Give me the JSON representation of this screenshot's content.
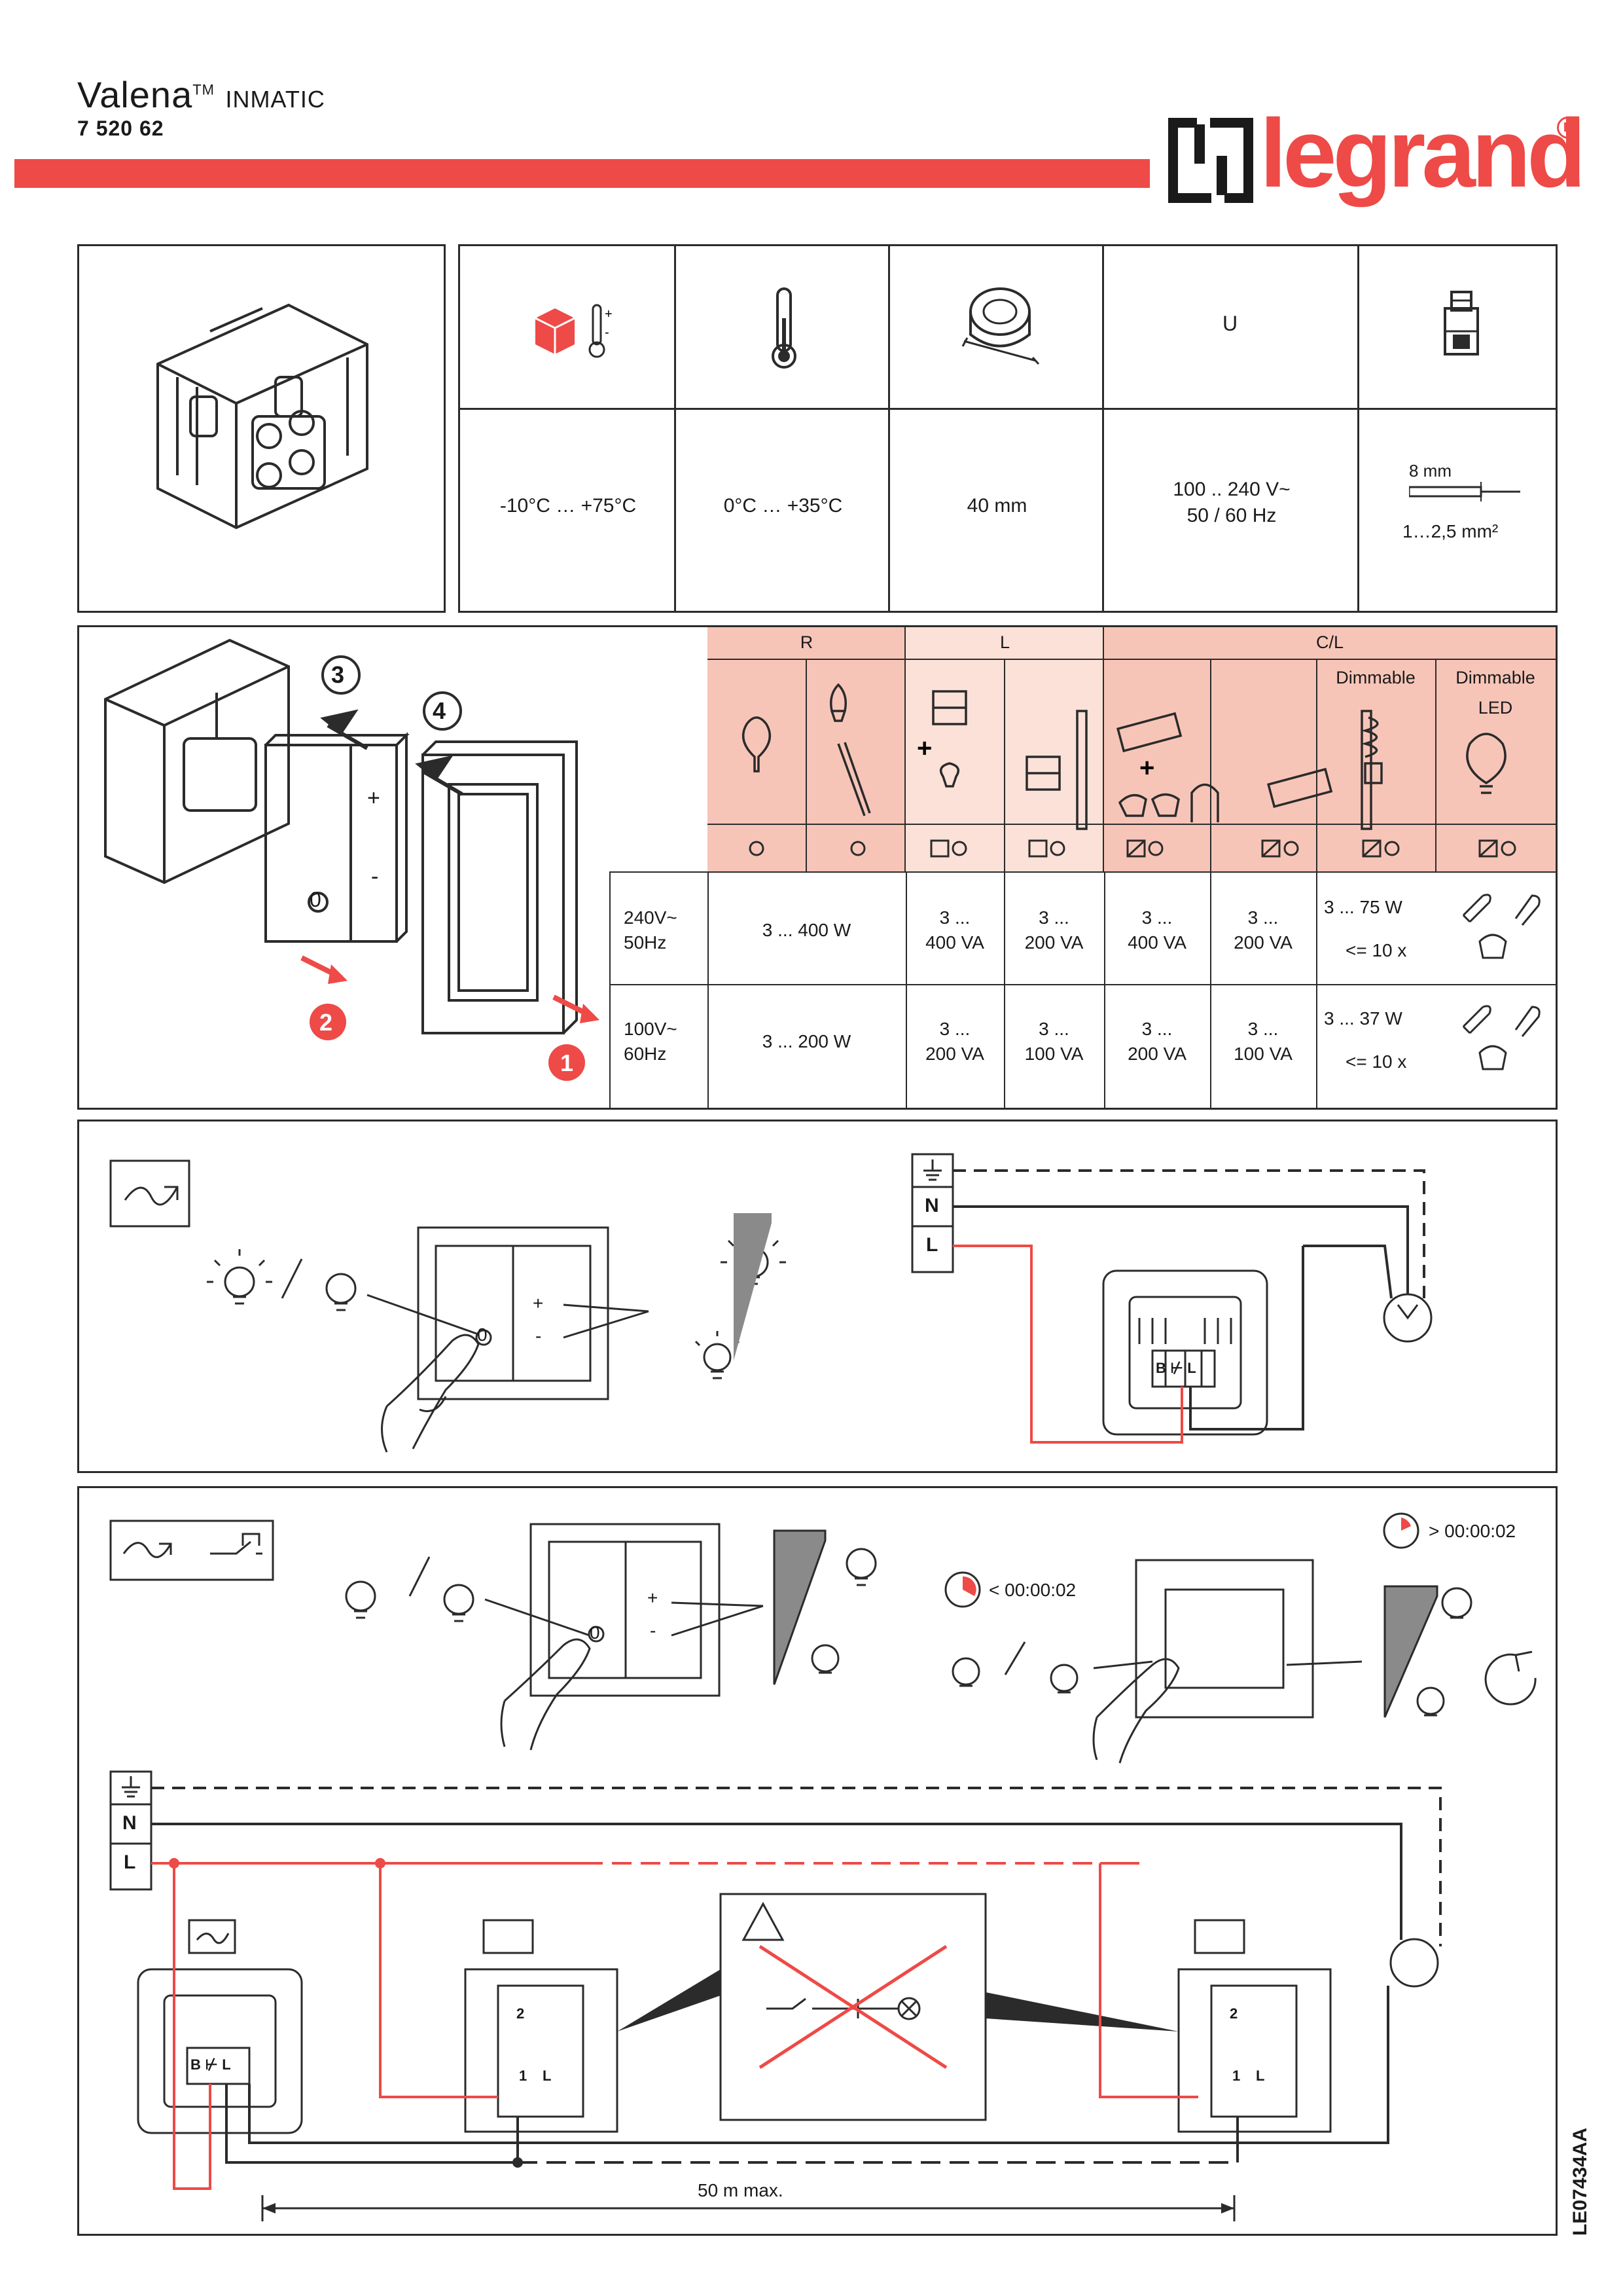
{
  "header": {
    "brand_product": "Valena",
    "trademark": "TM",
    "product_line": "INMATIC",
    "reference": "7 520 62",
    "logo_text": "legrand",
    "logo_reg": "R"
  },
  "specs": {
    "storage_temp": "-10°C … +75°C",
    "operating_temp": "0°C … +35°C",
    "box_depth": "40 mm",
    "voltage_label": "U",
    "voltage_value_1": "100 .. 240 V~",
    "voltage_value_2": "50 / 60 Hz",
    "strip_length": "8 mm",
    "wire_section": "1…2,5 mm²"
  },
  "loads": {
    "group_r": "R",
    "group_l": "L",
    "group_cl": "C/L",
    "dimmable_1": "Dimmable",
    "dimmable_2": "Dimmable",
    "led": "LED",
    "rows": [
      {
        "voltage_1": "240V~",
        "voltage_2": "50Hz",
        "r": "3 ... 400 W",
        "l1_a": "3 ...",
        "l1_b": "400 VA",
        "l2_a": "3 ...",
        "l2_b": "200 VA",
        "cl1_a": "3 ...",
        "cl1_b": "400 VA",
        "cl2_a": "3 ...",
        "cl2_b": "200 VA",
        "dim_a": "3 ... 75 W",
        "dim_b": "<= 10 x"
      },
      {
        "voltage_1": "100V~",
        "voltage_2": "60Hz",
        "r": "3 ... 200 W",
        "l1_a": "3 ...",
        "l1_b": "200 VA",
        "l2_a": "3 ...",
        "l2_b": "100 VA",
        "cl1_a": "3 ...",
        "cl1_b": "200 VA",
        "cl2_a": "3 ...",
        "cl2_b": "100 VA",
        "dim_a": "3 ... 37 W",
        "dim_b": "<= 10 x"
      }
    ]
  },
  "install": {
    "step_1": "1",
    "step_2": "2",
    "step_3": "3",
    "step_4": "4",
    "plus": "+",
    "minus": "-",
    "zero": "0"
  },
  "wiring": {
    "n": "N",
    "l": "L",
    "terminal": "B ⊬ L",
    "plus": "+",
    "minus": "-",
    "zero": "0",
    "timer_short": "< 00:00:02",
    "timer_long": "> 00:00:02",
    "push_terminal_2": "2",
    "push_terminal_1": "1",
    "push_terminal_l": "L",
    "distance": "50 m max.",
    "doc_ref": "LE07434AA"
  },
  "colors": {
    "accent_red": "#ee4a47",
    "pink_dark": "#f7c5b8",
    "pink_light": "#fbe1d8",
    "line": "#2b2b2b"
  }
}
